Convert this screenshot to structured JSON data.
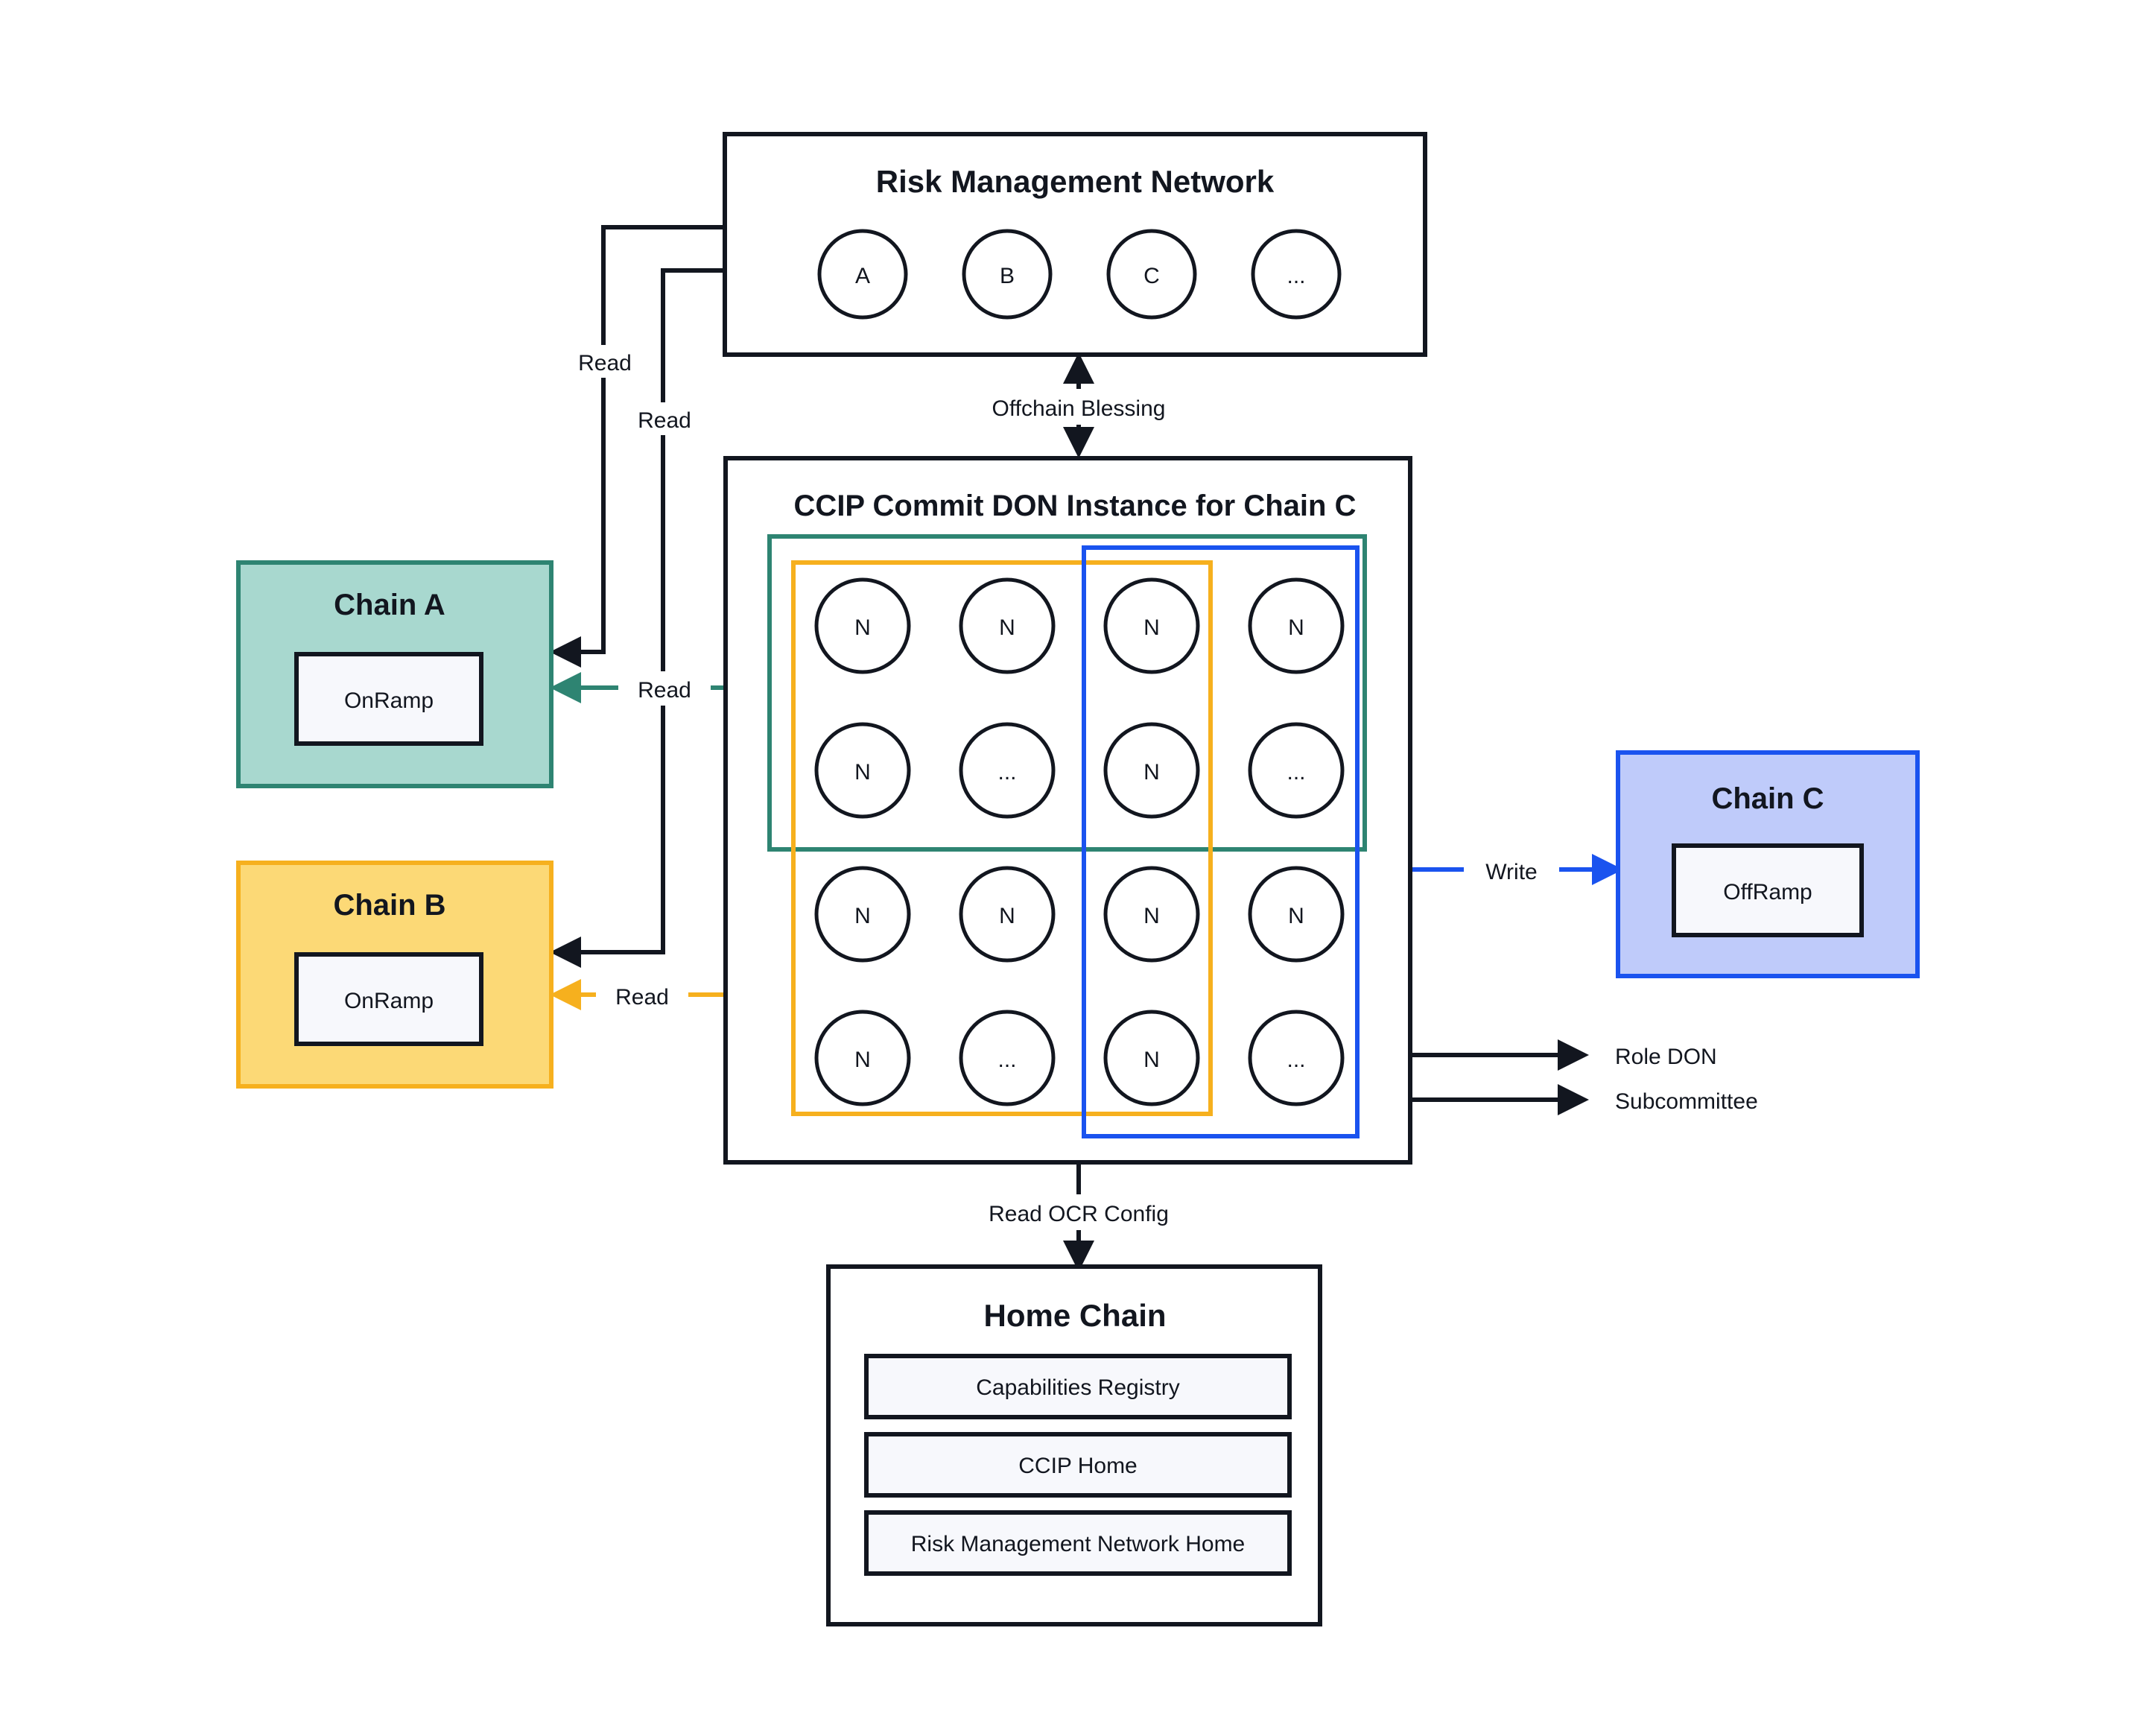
{
  "diagram": {
    "title": "CCIP Commit DON Instance for Chain C",
    "colors": {
      "teal_fill": "#a8d8cf",
      "teal_stroke": "#2e8472",
      "orange_fill": "#fcd976",
      "orange_stroke": "#f6b01e",
      "blue_fill": "#bfcbfa",
      "blue_stroke": "#1a53ef",
      "ink": "#12161f",
      "panel_fill": "#f7f8fc"
    }
  },
  "risk_management_network": {
    "title": "Risk Management Network",
    "nodes": [
      "A",
      "B",
      "C",
      "..."
    ]
  },
  "commit_don": {
    "title": "CCIP Commit DON Instance for Chain C",
    "node_grid": [
      [
        "N",
        "N",
        "N",
        "N"
      ],
      [
        "N",
        "...",
        "N",
        "..."
      ],
      [
        "N",
        "N",
        "N",
        "N"
      ],
      [
        "N",
        "...",
        "N",
        "..."
      ]
    ],
    "groups": [
      {
        "name": "role-don-group",
        "color": "#2e8472"
      },
      {
        "name": "chain-b-subcommittee-group",
        "color": "#f6b01e"
      },
      {
        "name": "chain-c-subcommittee-group",
        "color": "#1a53ef"
      }
    ]
  },
  "chain_a": {
    "title": "Chain A",
    "contract": "OnRamp"
  },
  "chain_b": {
    "title": "Chain B",
    "contract": "OnRamp"
  },
  "chain_c": {
    "title": "Chain C",
    "contract": "OffRamp"
  },
  "home_chain": {
    "title": "Home Chain",
    "contracts": [
      "Capabilities Registry",
      "CCIP Home",
      "Risk Management Network Home"
    ]
  },
  "edges": {
    "rmn_read_chain_a": "Read",
    "rmn_read_chain_b": "Read",
    "offchain_blessing": "Offchain Blessing",
    "don_read_chain_a": "Read",
    "don_read_chain_b": "Read",
    "don_write_chain_c": "Write",
    "read_ocr_config": "Read OCR Config"
  },
  "legend": {
    "role_don": "Role DON",
    "subcommittee": "Subcommittee"
  }
}
